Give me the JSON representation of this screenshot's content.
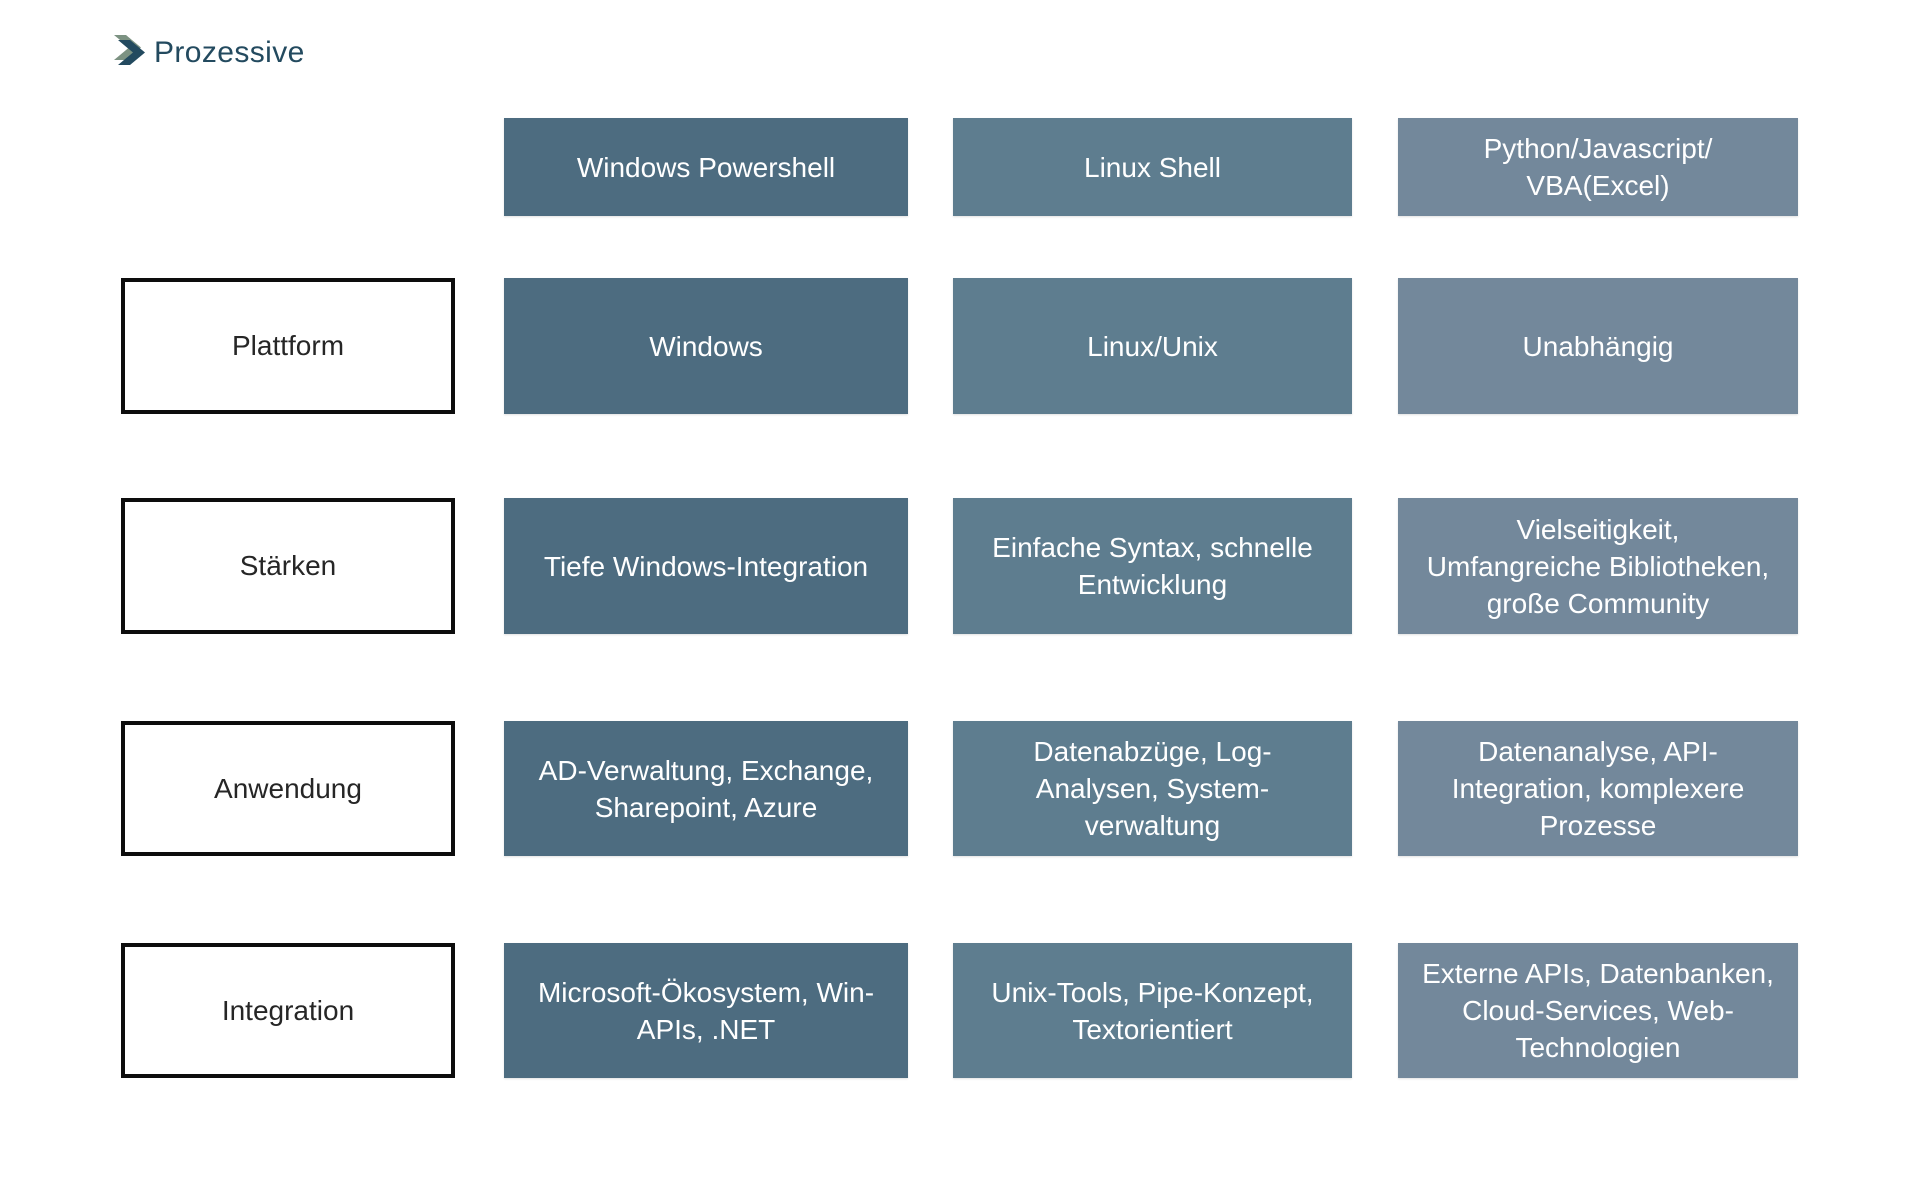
{
  "logo": {
    "brand": "Prozessive",
    "icon": "double-chevron-right-icon"
  },
  "colors": {
    "background": "#ffffff",
    "column1_bg": "#4d6c80",
    "column2_bg": "#5e7d8f",
    "column3_bg": "#73889b",
    "cell_text": "#ffffff",
    "label_text": "#262626",
    "label_border": "#0d0d0d",
    "logo_navy": "#234a5f",
    "logo_green": "#7c9282"
  },
  "table": {
    "column_headers": [
      "Windows Powershell",
      "Linux Shell",
      "Python/Javascript/\nVBA(Excel)"
    ],
    "rows": [
      {
        "label": "Plattform",
        "cells": [
          "Windows",
          "Linux/Unix",
          "Unabhängig"
        ]
      },
      {
        "label": "Stärken",
        "cells": [
          "Tiefe Windows-Integration",
          "Einfache Syntax, schnelle\nEntwicklung",
          "Vielseitigkeit,\nUmfangreiche Bibliotheken,\ngroße Community"
        ]
      },
      {
        "label": "Anwendung",
        "cells": [
          "AD-Verwaltung, Exchange,\nSharepoint, Azure",
          "Datenabzüge, Log-\nAnalysen, System-\nverwaltung",
          "Datenanalyse, API-\nIntegration, komplexere\nProzesse"
        ]
      },
      {
        "label": "Integration",
        "cells": [
          "Microsoft-Ökosystem, Win-\nAPIs, .NET",
          "Unix-Tools, Pipe-Konzept,\nTextorientiert",
          "Externe APIs, Datenbanken,\nCloud-Services, Web-\nTechnologien"
        ]
      }
    ]
  }
}
